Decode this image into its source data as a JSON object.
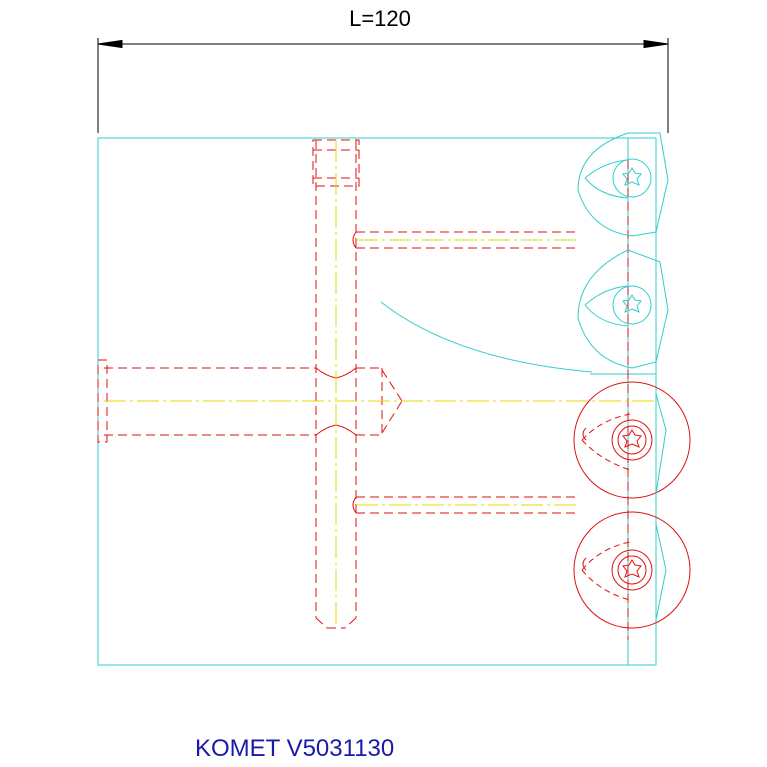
{
  "dimension": {
    "label": "L=120"
  },
  "title": "KOMET V5031130",
  "colors": {
    "body_outline": "#33cccc",
    "hidden_lines": "#e01010",
    "center_lines": "#e6d800",
    "dimension": "#000000",
    "title": "#1a1aa8",
    "background": "#ffffff"
  },
  "inserts": [
    {
      "id": "insert-1",
      "state": "outline"
    },
    {
      "id": "insert-2",
      "state": "outline"
    },
    {
      "id": "insert-3",
      "state": "active"
    },
    {
      "id": "insert-4",
      "state": "active"
    }
  ]
}
